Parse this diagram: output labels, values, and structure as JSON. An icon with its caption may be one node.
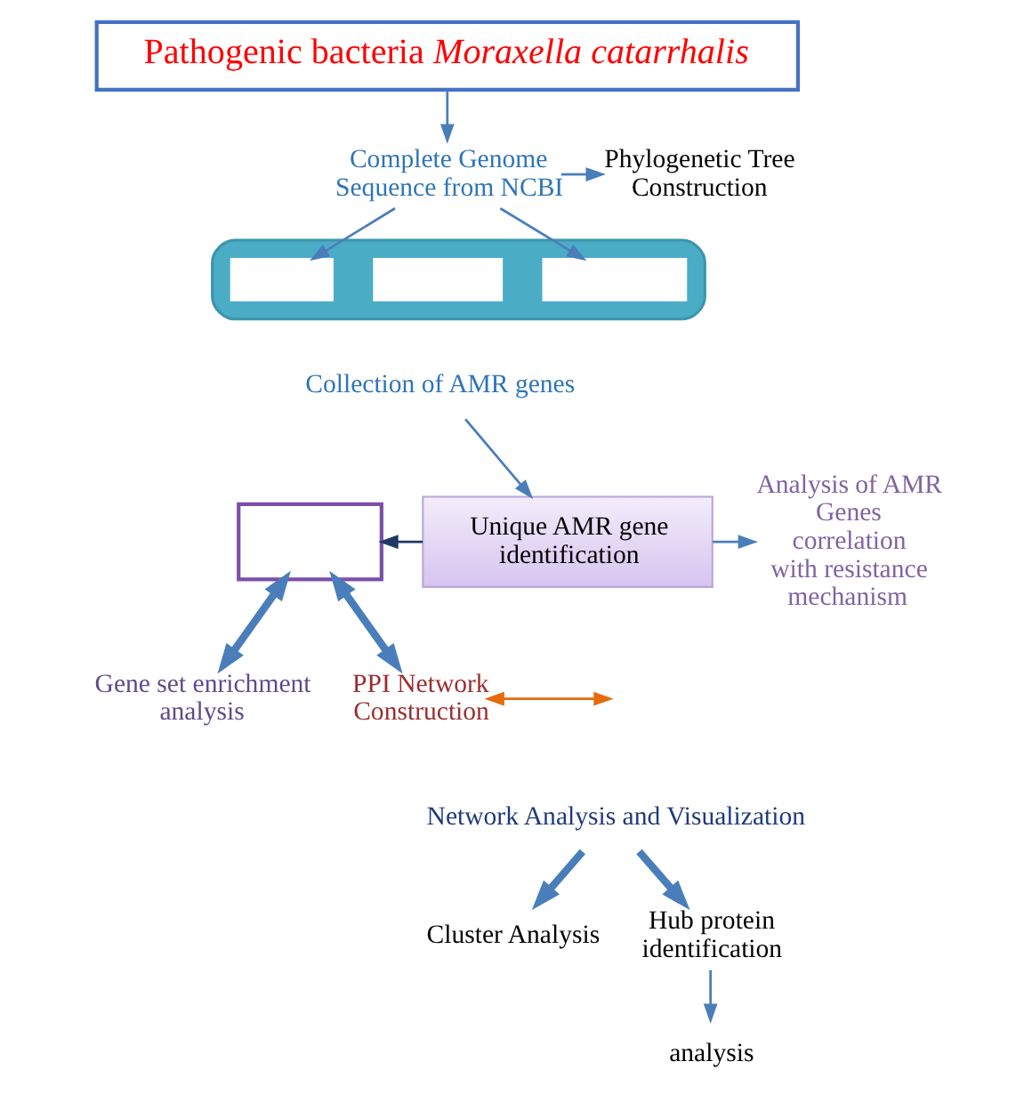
{
  "diagram": {
    "nodes": [
      {
        "text": [
          "Pathogenic bacteria *Moraxella catarrhalis*"
        ]
      },
      {
        "text": [
          "Complete Genome Sequence from NCBI"
        ]
      },
      {
        "text": [
          "Phylogenetic Tree Construction"
        ]
      },
      {
        "text": [],
        "shape": "box"
      },
      {
        "text": [],
        "shape": "box",
        "in": 3
      },
      {
        "text": [],
        "shape": "box",
        "in": 3
      },
      {
        "text": [],
        "shape": "box",
        "in": 3
      },
      {
        "text": [
          "Collection of AMR genes"
        ]
      },
      {
        "text": [],
        "shape": "box"
      },
      {
        "text": [
          "Unique AMR gene identification"
        ]
      },
      {
        "text": [
          "Analysis of AMR Genes correlation with resistance mechanism"
        ]
      },
      {
        "text": [
          "Gene set enrichment analysis"
        ]
      },
      {
        "text": [
          "PPI Network Construction"
        ]
      },
      {
        "text": [
          "Network Analysis and Visualization"
        ]
      },
      {
        "text": [
          "Cluster Analysis"
        ]
      },
      {
        "text": [
          "Hub protein identification"
        ]
      },
      {
        "text": [
          "analysis"
        ]
      }
    ],
    "edges": [
      {
        "from": 0,
        "to": 1,
        "arrow": "to"
      },
      {
        "from": 1,
        "to": 2,
        "arrow": "to"
      },
      {
        "from": 1,
        "to": 4,
        "arrow": "to"
      },
      {
        "from": 1,
        "to": 6,
        "arrow": "to"
      },
      {
        "from": 7,
        "to": 9,
        "arrow": "to"
      },
      {
        "from": 9,
        "to": 8,
        "arrow": "to",
        "color": "#1f3864"
      },
      {
        "from": 9,
        "to": 10,
        "arrow": "to"
      },
      {
        "from": 8,
        "to": 11,
        "arrow": "both",
        "style": "thick"
      },
      {
        "from": 8,
        "to": 12,
        "arrow": "both",
        "style": "thick"
      },
      {
        "from": 12,
        "to": null,
        "arrow": "both",
        "color": "#e46c0a"
      },
      {
        "from": 13,
        "to": 14,
        "arrow": "to",
        "style": "thick"
      },
      {
        "from": 13,
        "to": 15,
        "arrow": "to",
        "style": "thick"
      },
      {
        "from": 15,
        "to": 16,
        "arrow": "to"
      }
    ]
  }
}
